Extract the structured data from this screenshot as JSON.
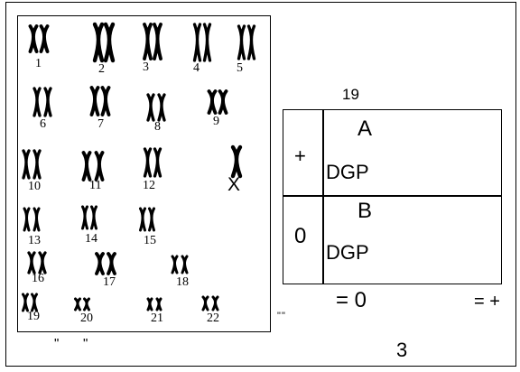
{
  "karyotype": {
    "pair_labels": [
      "1",
      "2",
      "3",
      "4",
      "5",
      "6",
      "7",
      "8",
      "9",
      "10",
      "11",
      "12",
      "13",
      "14",
      "15",
      "16",
      "17",
      "18",
      "19",
      "20",
      "21",
      "22"
    ],
    "sex_label": "X",
    "bottom_marks": [
      "\"",
      "\""
    ]
  },
  "top_number": "19",
  "table": {
    "rows": [
      {
        "sign": "+",
        "letter": "A",
        "code": "DGP"
      },
      {
        "sign": "0",
        "letter": "B",
        "code": "DGP"
      }
    ]
  },
  "below": {
    "marks": "\" \"",
    "eq_zero": "= 0",
    "eq_plus": "= +",
    "number": "3"
  }
}
